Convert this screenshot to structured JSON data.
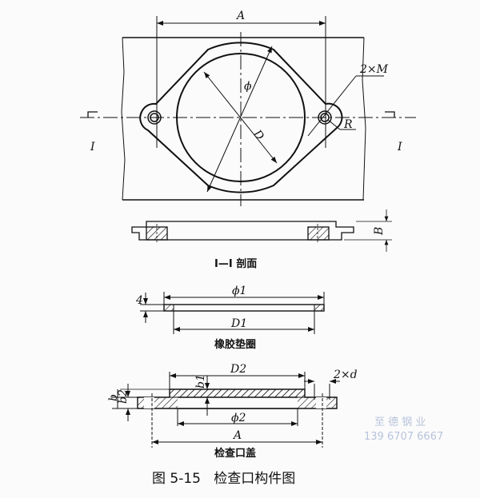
{
  "figure": {
    "plan": {
      "dim_A": "A",
      "dim_phi": "ϕ",
      "dim_D": "D",
      "holes": "2×M",
      "radius": "R",
      "section_left": "I",
      "section_right": "I"
    },
    "section": {
      "dim_B": "B",
      "title": "I—I 剖面"
    },
    "gasket": {
      "dim_phi1": "ϕ1",
      "dim_D1": "D1",
      "thickness": "4",
      "title": "橡胶垫圈"
    },
    "cover": {
      "dim_D2": "D2",
      "dim_b1": "b1",
      "holes": "2×d",
      "dim_b": "b",
      "dim_b2": "b2",
      "dim_phi2": "ϕ2",
      "dim_A": "A",
      "title": "检查口盖"
    },
    "caption": "图 5-15   检查口构件图"
  },
  "watermark": {
    "line1": "至 德 钢 业",
    "line2": "139 6707 6667"
  }
}
